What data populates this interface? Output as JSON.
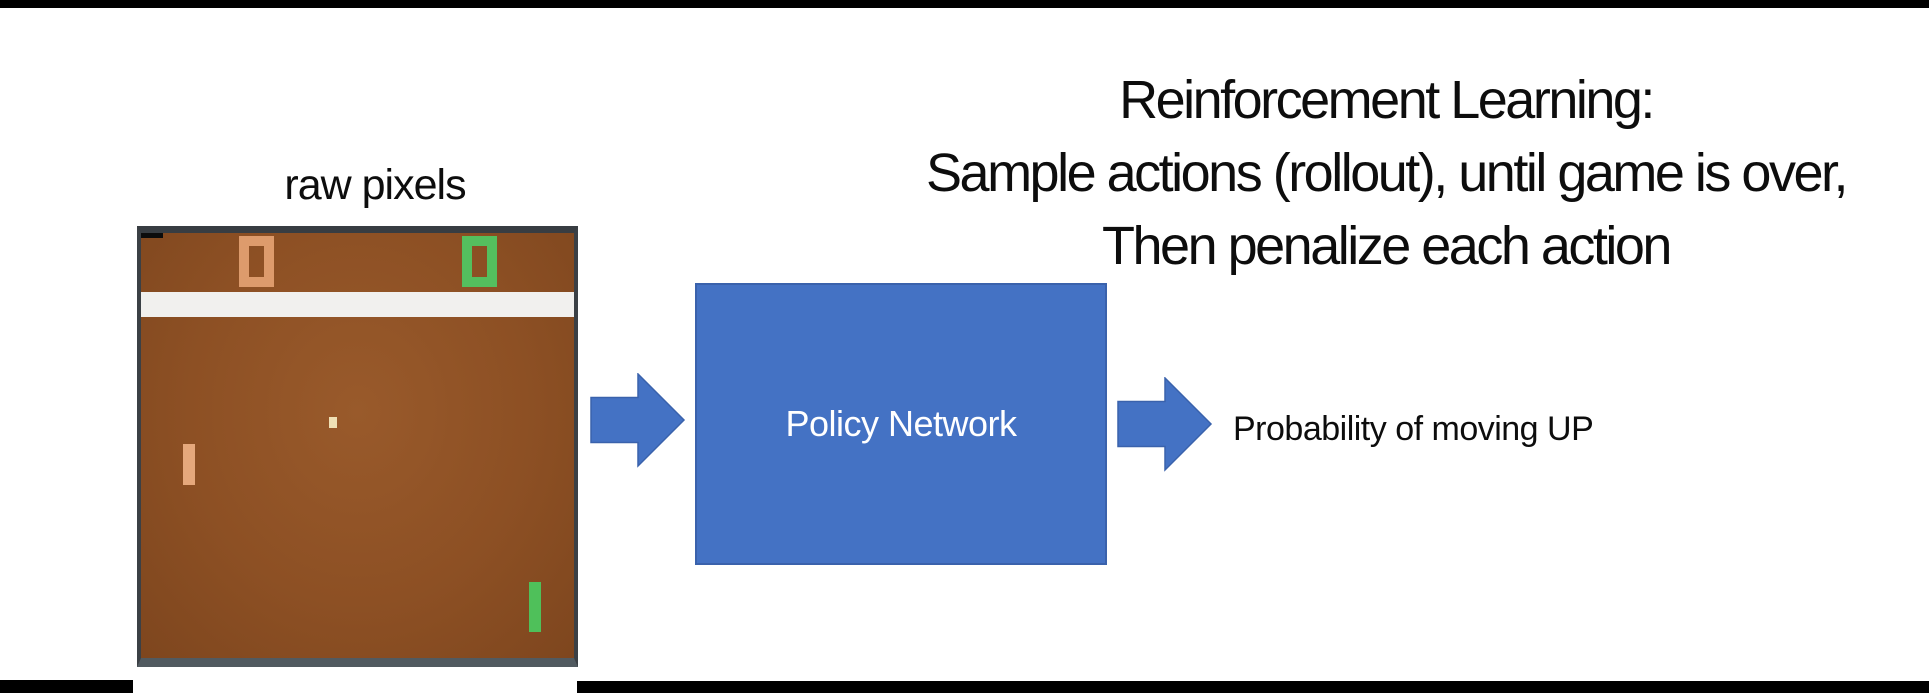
{
  "title": {
    "line1": "Reinforcement Learning:",
    "line2": "Sample actions (rollout), until game is over,",
    "line3": "Then penalize each action"
  },
  "pipeline": {
    "input_label": "raw pixels",
    "network_label": "Policy Network",
    "output_label": "Probability of moving UP"
  },
  "game": {
    "left_score": "0",
    "right_score": "0",
    "left_player_color": "#dd9b6c",
    "right_player_color": "#54bf5e",
    "field_color": "#8d5024",
    "ball_color": "#efe0b5",
    "stripe_color": "#f1f0ee"
  },
  "colors": {
    "accent_blue": "#4472c4",
    "accent_blue_border": "#3a62ac",
    "text_black": "#0d0d0d",
    "edge_bar_black": "#000000"
  }
}
